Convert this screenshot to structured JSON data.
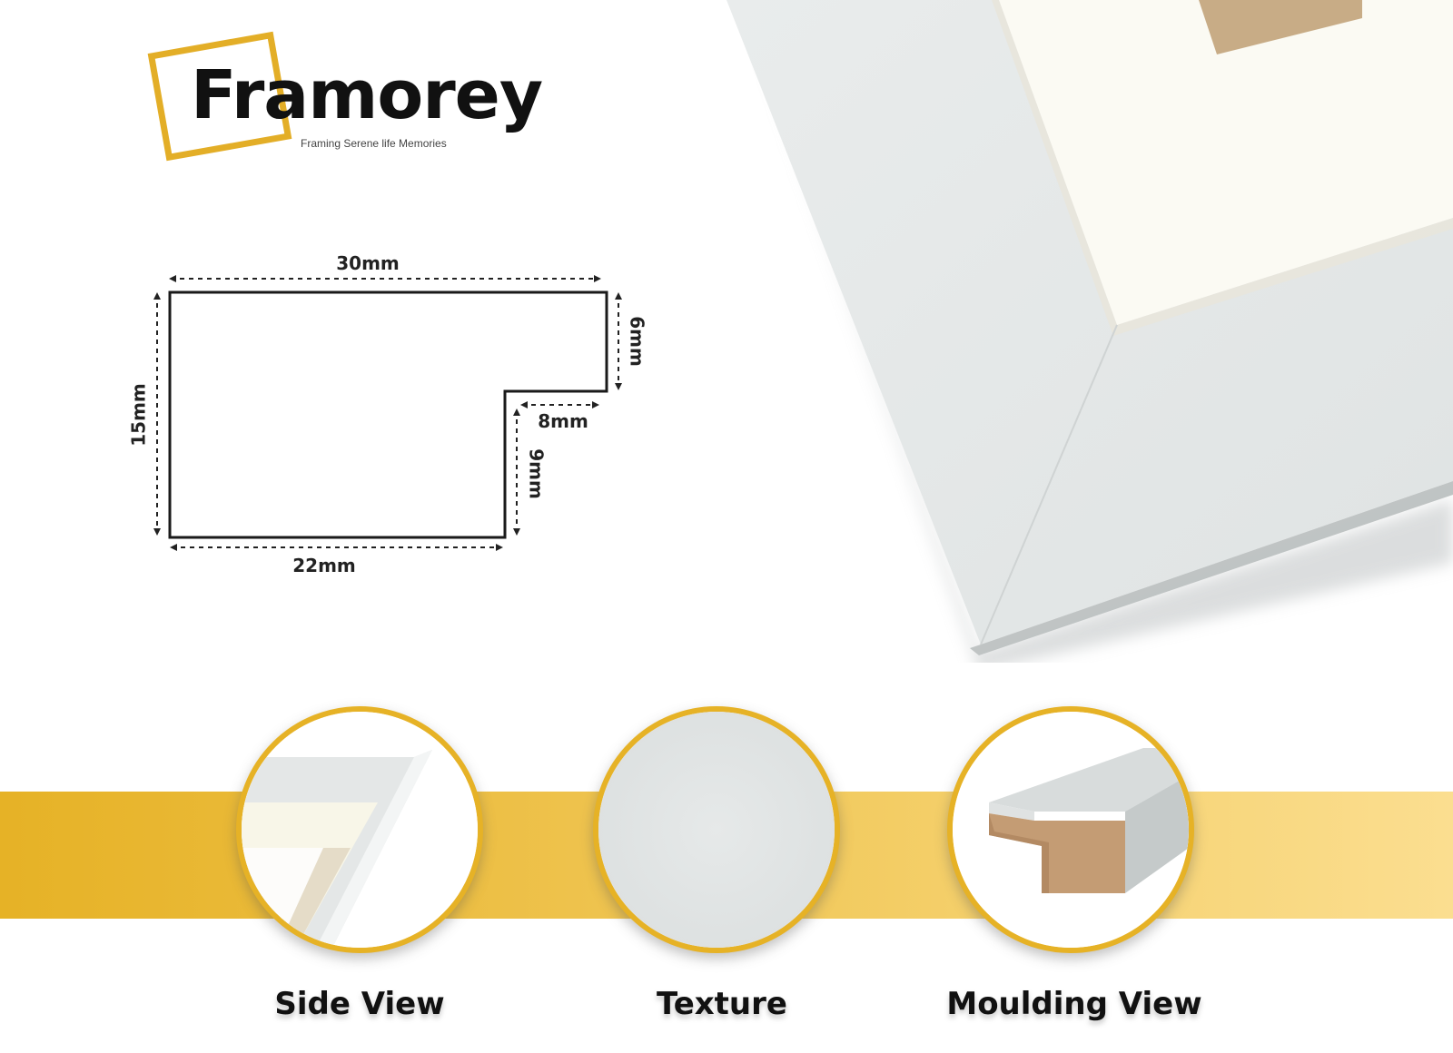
{
  "brand": {
    "name": "Framorey",
    "tagline": "Framing Serene life Memories",
    "accent_color": "#e3ae27"
  },
  "profile_dimensions": {
    "top_width": "30mm",
    "right_height": "6mm",
    "step_width": "8mm",
    "step_height": "9mm",
    "total_height": "15mm",
    "bottom_width": "22mm"
  },
  "views": {
    "side_view_label": "Side View",
    "texture_label": "Texture",
    "moulding_view_label": "Moulding View"
  },
  "colors": {
    "frame": "#e6e9ea",
    "mount": "#fbfaf3",
    "band_start": "#e6b226",
    "band_end": "#fbde90"
  }
}
